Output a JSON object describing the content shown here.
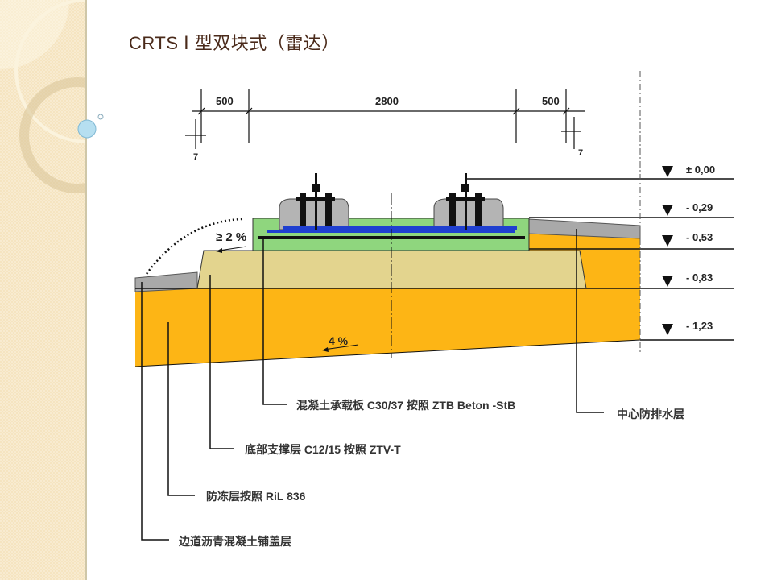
{
  "slide": {
    "title": "CRTS Ⅰ 型双块式（雷达）"
  },
  "diagram": {
    "dimensions": {
      "left_edge": "500",
      "middle": "2800",
      "right_edge": "500",
      "left_offset": "7",
      "right_offset": "7"
    },
    "elevations": [
      "± 0,00",
      "- 0,29",
      "- 0,53",
      "- 0,83",
      "- 1,23"
    ],
    "slopes": {
      "top_slope": "≥ 2 %",
      "bottom_slope": "4 %"
    },
    "legend": [
      {
        "id": "concrete-slab",
        "text": "混凝土承载板 C30/37 按照 ZTB Beton -StB"
      },
      {
        "id": "central-drain",
        "text": "中心防排水层"
      },
      {
        "id": "base-support",
        "text": "底部支撑层 C12/15 按照 ZTV-T"
      },
      {
        "id": "frost-layer",
        "text": "防冻层按照 RiL 836"
      },
      {
        "id": "asphalt-cover",
        "text": "边道沥青混凝土铺盖层"
      }
    ],
    "colors": {
      "frost_layer": "#fdb515",
      "base_layer": "#e3d48e",
      "slab": "#8fd67e",
      "rail_pad": "#1f3fd0",
      "rail_support": "#b4b4b4",
      "asphalt": "#a9a9a9",
      "title": "#4a2a1a"
    }
  }
}
